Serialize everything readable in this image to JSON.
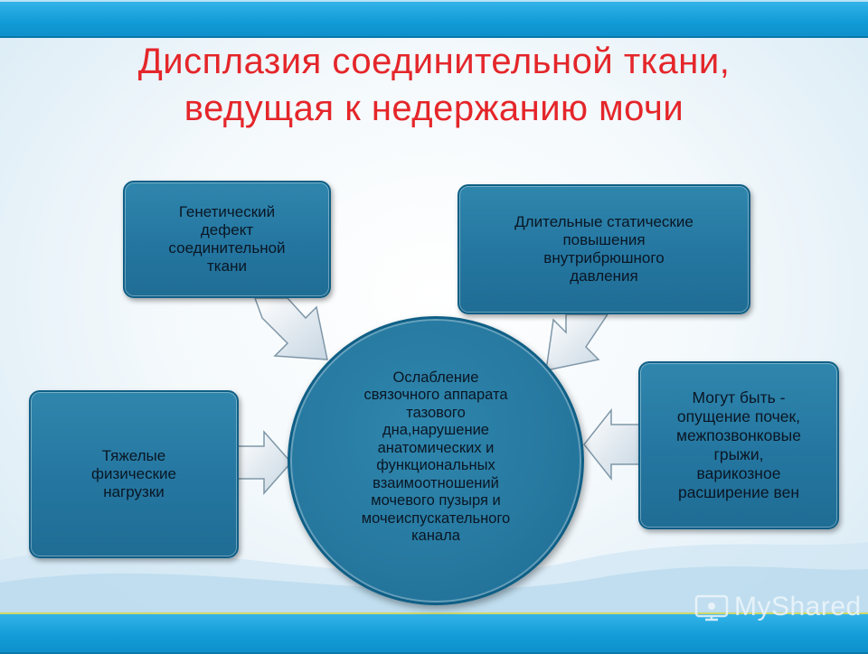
{
  "slide": {
    "title": "Дисплазия  соединительной  ткани,\nведущая  к  недержанию  мочи",
    "center_node": "Ослабление\nсвязочного аппарата\nтазового\nдна,нарушение\nанатомических и\nфункциональных\nвзаимоотношений\nмочевого пузыря  и\nмочеиспускательного\nканала",
    "nodes": {
      "genetic": "Генетический\nдефект\nсоединительной\nткани",
      "pressure": "Длительные статические\nповышения\nвнутрибрюшного\nдавления",
      "physical": "Тяжелые\nфизические\nнагрузки",
      "other": "Могут быть -\nопущение почек,\nмежпозвонковые\nгрыжи,\nварикозное\nрасширение  вен"
    },
    "colors": {
      "title": "#e4262a",
      "node_fill": "#2476a0",
      "band": "#119bd6"
    }
  },
  "watermark": {
    "text": "MyShared"
  }
}
